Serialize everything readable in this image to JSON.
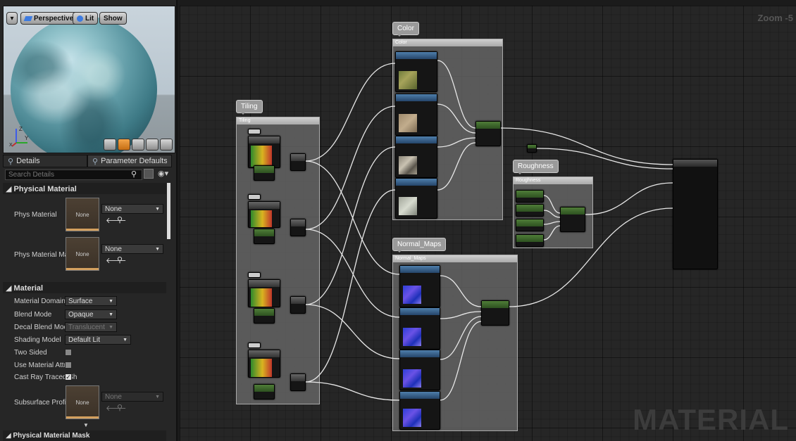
{
  "viewport": {
    "menu_arrow": "▾",
    "perspective_label": "Perspective",
    "lit_label": "Lit",
    "show_label": "Show",
    "axis_z": "Z",
    "axis_y": "Y",
    "axis_x": "X"
  },
  "tabs": [
    {
      "label": "Details",
      "icon": "details-icon"
    },
    {
      "label": "Parameter Defaults",
      "icon": "parameters-icon"
    }
  ],
  "search": {
    "placeholder": "Search Details"
  },
  "physical_material": {
    "section": "Physical Material",
    "phys_material_label": "Phys Material",
    "phys_material_value": "None",
    "phys_material_mask_label": "Phys Material Mas",
    "phys_material_mask_value": "None",
    "thumb_none": "None"
  },
  "material": {
    "section": "Material",
    "domain_label": "Material Domain",
    "domain_value": "Surface",
    "blend_label": "Blend Mode",
    "blend_value": "Opaque",
    "decal_label": "Decal Blend Mode",
    "decal_value": "Translucent",
    "shading_label": "Shading Model",
    "shading_value": "Default Lit",
    "two_sided_label": "Two Sided",
    "use_attr_label": "Use Material Attrib",
    "cast_ray_label": "Cast Ray Traced Sh",
    "cast_ray_checked": true,
    "subsurface_label": "Subsurface Profile",
    "subsurface_value": "None",
    "subsurface_thumb": "None"
  },
  "mask_section": "Physical Material Mask",
  "graph": {
    "zoom_text": "Zoom -5",
    "watermark": "MATERIAL",
    "comments": {
      "tiling": "Tiling",
      "color": "Color",
      "roughness": "Roughness",
      "normal_maps": "Normal_Maps"
    }
  }
}
